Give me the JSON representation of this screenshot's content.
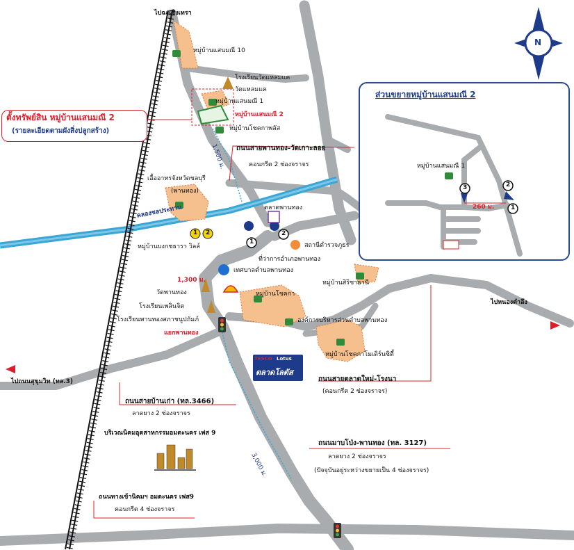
{
  "labels": {
    "to_chachoengsao": "ไปฉะเชิงเทรา",
    "village_10": "หมู่บ้านแสนมณี 10",
    "school_wat_laemkae": "โรงเรียนวัดแหลมแค",
    "wat_laemkae": "วัดแหลมแค",
    "village_1": "หมู่บ้านแสนมณี 1",
    "village_2_red": "หมู่บ้านแสนมณี 2",
    "village_chokeka_plus": "หมู่บ้านโชคกาพลัส",
    "road_phanthong_wat": "ถนนสายพานทอง-วัดเกาะลอย",
    "road_phanthong_wat_sub": "คอนกรีต 2 ช่องจราจร",
    "dist_1500": "1,500 ม.",
    "eua_arthorn": "เอื้ออาทรจังหวัดชลบุรี",
    "eua_arthorn_sub": "(พานทอง)",
    "canal": "คลองชลประทาน",
    "market_phanthong": "ตลาดพานทอง",
    "village_bongkot": "หมู่บ้านบงกชธารา วิลล์",
    "police": "สถานีตำรวจภูธร",
    "district_office": "ที่ว่าการอำเภอพานทอง",
    "municipality": "เทศบาลตำบลพานทอง",
    "village_sirichat": "หมู่บ้านสิริชาธานี",
    "dist_1300": "1,300 ม.",
    "wat_phanthong": "วัดพานทอง",
    "school_phenchit": "โรงเรียนเพลินจิต",
    "school_phanthong": "โรงเรียนพานทองสภาชนูปถัมภ์",
    "village_chokeka": "หมู่บ้านโชคกา",
    "sao_phanthong": "องค์การบริหารส่วนตำบลพานทอง",
    "junction": "แยกพานทอง",
    "village_chokeka_modern": "หมู่บ้านโชคกาโมเดิร์นซิตี้",
    "to_nongtamlueng": "ไปหนองตำลึง",
    "to_sukhumvit": "ไปถนนสุขุมวิท (ทล.3)",
    "tesco_top": "TESCO",
    "tesco_main": "Lotus",
    "lotus_thai": "ตลาดโลตัส",
    "road_talat_mai": "ถนนสายตลาดใหม่-โรงนา",
    "road_talat_mai_sub": "(คอนกรีต 2 ช่องจราจร)",
    "road_baankao": "ถนนสายบ้านเก่า (ทล.3466)",
    "road_baankao_sub": "ลาดยาง 2 ช่องจราจร",
    "industrial_estate": "บริเวณนิคมอุตสาหกรรมอมตะนคร เฟส 9",
    "road_mabpong": "ถนนมาบโป่ง-พานทอง (ทล. 3127)",
    "road_mabpong_sub1": "ลาดยาง 2 ช่องจราจร",
    "road_mabpong_sub2": "(ปัจจุบันอยู่ระหว่างขยายเป็น 4 ช่องจราจร)",
    "dist_3000": "3,000 ม.",
    "road_amata_phase9": "ถนนทางเข้านิคมฯ อมตะนคร เฟส9",
    "road_amata_phase9_sub": "คอนกรีต 4 ช่องจราจร",
    "compass_n": "N"
  },
  "callout": {
    "title": "ตั้งทรัพย์สิน หมู่บ้านแสนมณี 2",
    "subtitle": "(รายละเอียดตามผังสิ่งปลูกสร้าง)"
  },
  "inset": {
    "title": "ส่วนขยายหมู่บ้านแสนมณี 2",
    "village_1": "หมู่บ้านแสนมณี 1",
    "dist": "260 ม.",
    "markers": [
      "1",
      "2",
      "3"
    ]
  },
  "markers": [
    "1",
    "2"
  ],
  "markers_yellow": [
    "1",
    "2"
  ],
  "colors": {
    "road": "#a9acae",
    "canal": "#3aa6d6",
    "callout": "#d9202a",
    "inset_border": "#2a4a8c",
    "village_fill": "#f6c08e",
    "compass": "#1e3a8a"
  }
}
